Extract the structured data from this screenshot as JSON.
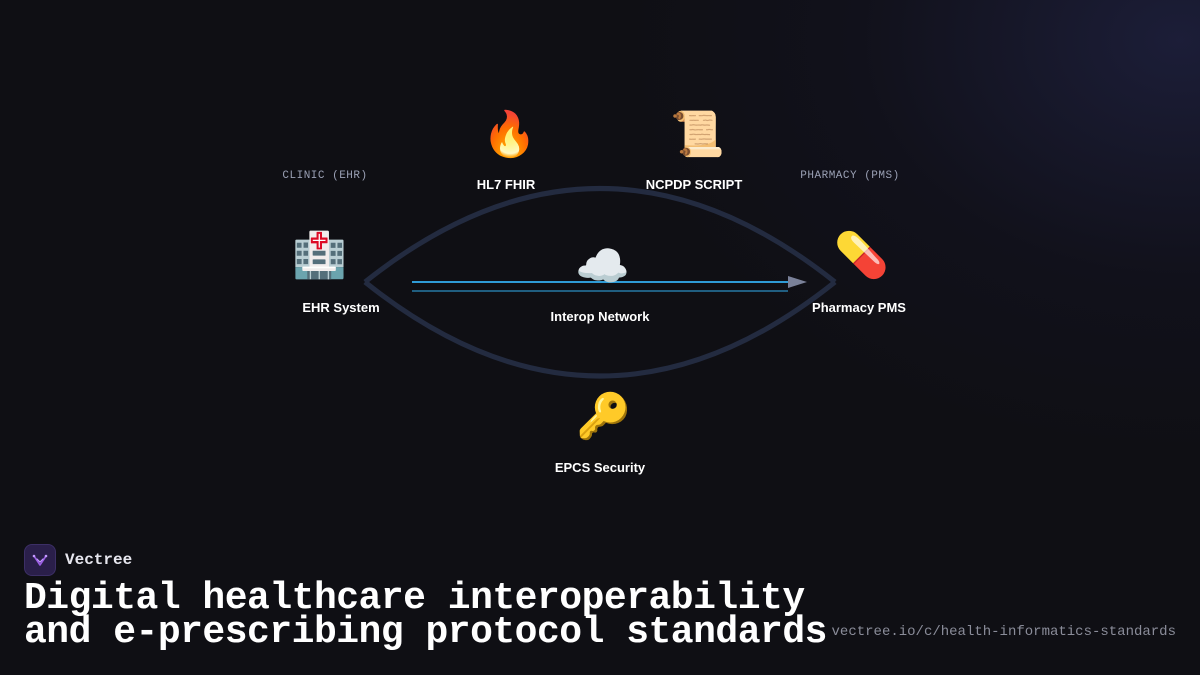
{
  "diagram": {
    "groups": {
      "clinic": "CLINIC (EHR)",
      "pharmacy": "PHARMACY (PMS)"
    },
    "nodes": [
      {
        "id": "ehr",
        "icon": "hospital-icon",
        "glyph": "🏥",
        "label": "EHR System"
      },
      {
        "id": "fhir",
        "icon": "fire-icon",
        "glyph": "🔥",
        "label": "HL7 FHIR"
      },
      {
        "id": "ncpdp",
        "icon": "scroll-icon",
        "glyph": "📜",
        "label": "NCPDP SCRIPT"
      },
      {
        "id": "network",
        "icon": "cloud-icon",
        "glyph": "☁️",
        "label": "Interop Network"
      },
      {
        "id": "pms",
        "icon": "pill-icon",
        "glyph": "💊",
        "label": "Pharmacy PMS"
      },
      {
        "id": "epcs",
        "icon": "key-icon",
        "glyph": "🔑",
        "label": "EPCS Security"
      }
    ],
    "colors": {
      "arc": "#232b40",
      "flow": "#2f9bd6",
      "arrow": "#7a8199"
    }
  },
  "brand": {
    "name": "Vectree",
    "icon": "vectree-logo-icon",
    "accent": "#9b5de5"
  },
  "title": {
    "line1": "Digital healthcare interoperability",
    "line2": "and e-prescribing protocol standards"
  },
  "url": "vectree.io/c/health-informatics-standards"
}
